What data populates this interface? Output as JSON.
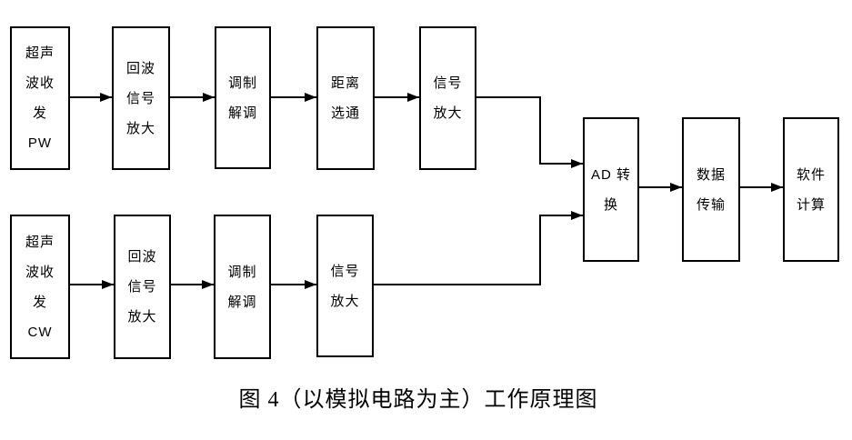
{
  "diagram": {
    "caption": "图 4（以模拟电路为主）工作原理图",
    "colors": {
      "line": "#000000",
      "text": "#000000",
      "background": "#ffffff"
    },
    "nodes": {
      "pw": {
        "id": "ultrasonic-transceiver-pw",
        "lines": [
          "超声",
          "波收",
          "发",
          "PW"
        ]
      },
      "echo_top": {
        "id": "echo-signal-amplify-top",
        "lines": [
          "回波",
          "信号",
          "放大"
        ]
      },
      "mod_top": {
        "id": "modulate-demodulate-top",
        "lines": [
          "调制",
          "解调"
        ]
      },
      "gate": {
        "id": "range-gate",
        "lines": [
          "距离",
          "选通"
        ]
      },
      "sig_top": {
        "id": "signal-amplify-top",
        "lines": [
          "信号",
          "放大"
        ]
      },
      "cw": {
        "id": "ultrasonic-transceiver-cw",
        "lines": [
          "超声",
          "波收",
          "发",
          "CW"
        ]
      },
      "echo_bot": {
        "id": "echo-signal-amplify-bottom",
        "lines": [
          "回波",
          "信号",
          "放大"
        ]
      },
      "mod_bot": {
        "id": "modulate-demodulate-bottom",
        "lines": [
          "调制",
          "解调"
        ]
      },
      "sig_bot": {
        "id": "signal-amplify-bottom",
        "lines": [
          "信号",
          "放大"
        ]
      },
      "ad": {
        "id": "ad-converter",
        "lines": [
          "AD 转",
          "换"
        ]
      },
      "data": {
        "id": "data-transmission",
        "lines": [
          "数据",
          "传输"
        ]
      },
      "soft": {
        "id": "software-computation",
        "lines": [
          "软件",
          "计算"
        ]
      }
    },
    "edges": [
      {
        "from": "ultrasonic-transceiver-pw",
        "to": "echo-signal-amplify-top"
      },
      {
        "from": "echo-signal-amplify-top",
        "to": "modulate-demodulate-top"
      },
      {
        "from": "modulate-demodulate-top",
        "to": "range-gate"
      },
      {
        "from": "range-gate",
        "to": "signal-amplify-top"
      },
      {
        "from": "signal-amplify-top",
        "to": "ad-converter"
      },
      {
        "from": "ultrasonic-transceiver-cw",
        "to": "echo-signal-amplify-bottom"
      },
      {
        "from": "echo-signal-amplify-bottom",
        "to": "modulate-demodulate-bottom"
      },
      {
        "from": "modulate-demodulate-bottom",
        "to": "signal-amplify-bottom"
      },
      {
        "from": "signal-amplify-bottom",
        "to": "ad-converter"
      },
      {
        "from": "ad-converter",
        "to": "data-transmission"
      },
      {
        "from": "data-transmission",
        "to": "software-computation"
      }
    ]
  }
}
